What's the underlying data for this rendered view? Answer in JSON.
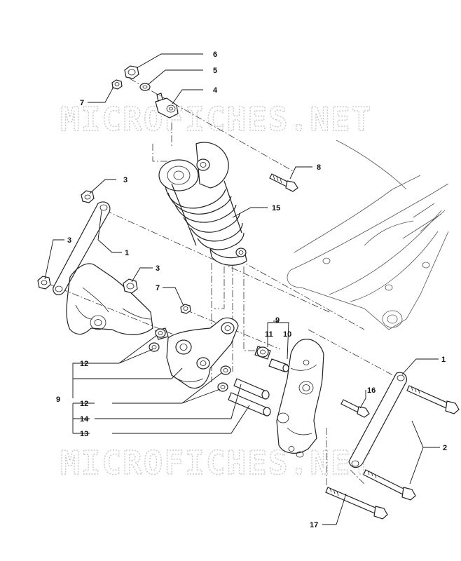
{
  "watermark": [
    "MICROFICHES.NET",
    "MICROFICHES.NET"
  ],
  "callouts": {
    "c6": "6",
    "c5": "5",
    "c4": "4",
    "c7a": "7",
    "c8": "8",
    "c3a": "3",
    "c15": "15",
    "c3b": "3",
    "c1a": "1",
    "c3c": "3",
    "c7b": "7",
    "c9a": "9",
    "c11": "11",
    "c10": "10",
    "c1b": "1",
    "c12a": "12",
    "c9b": "9",
    "c12b": "12",
    "c14": "14",
    "c13": "13",
    "c16": "16",
    "c2": "2",
    "c17": "17"
  }
}
